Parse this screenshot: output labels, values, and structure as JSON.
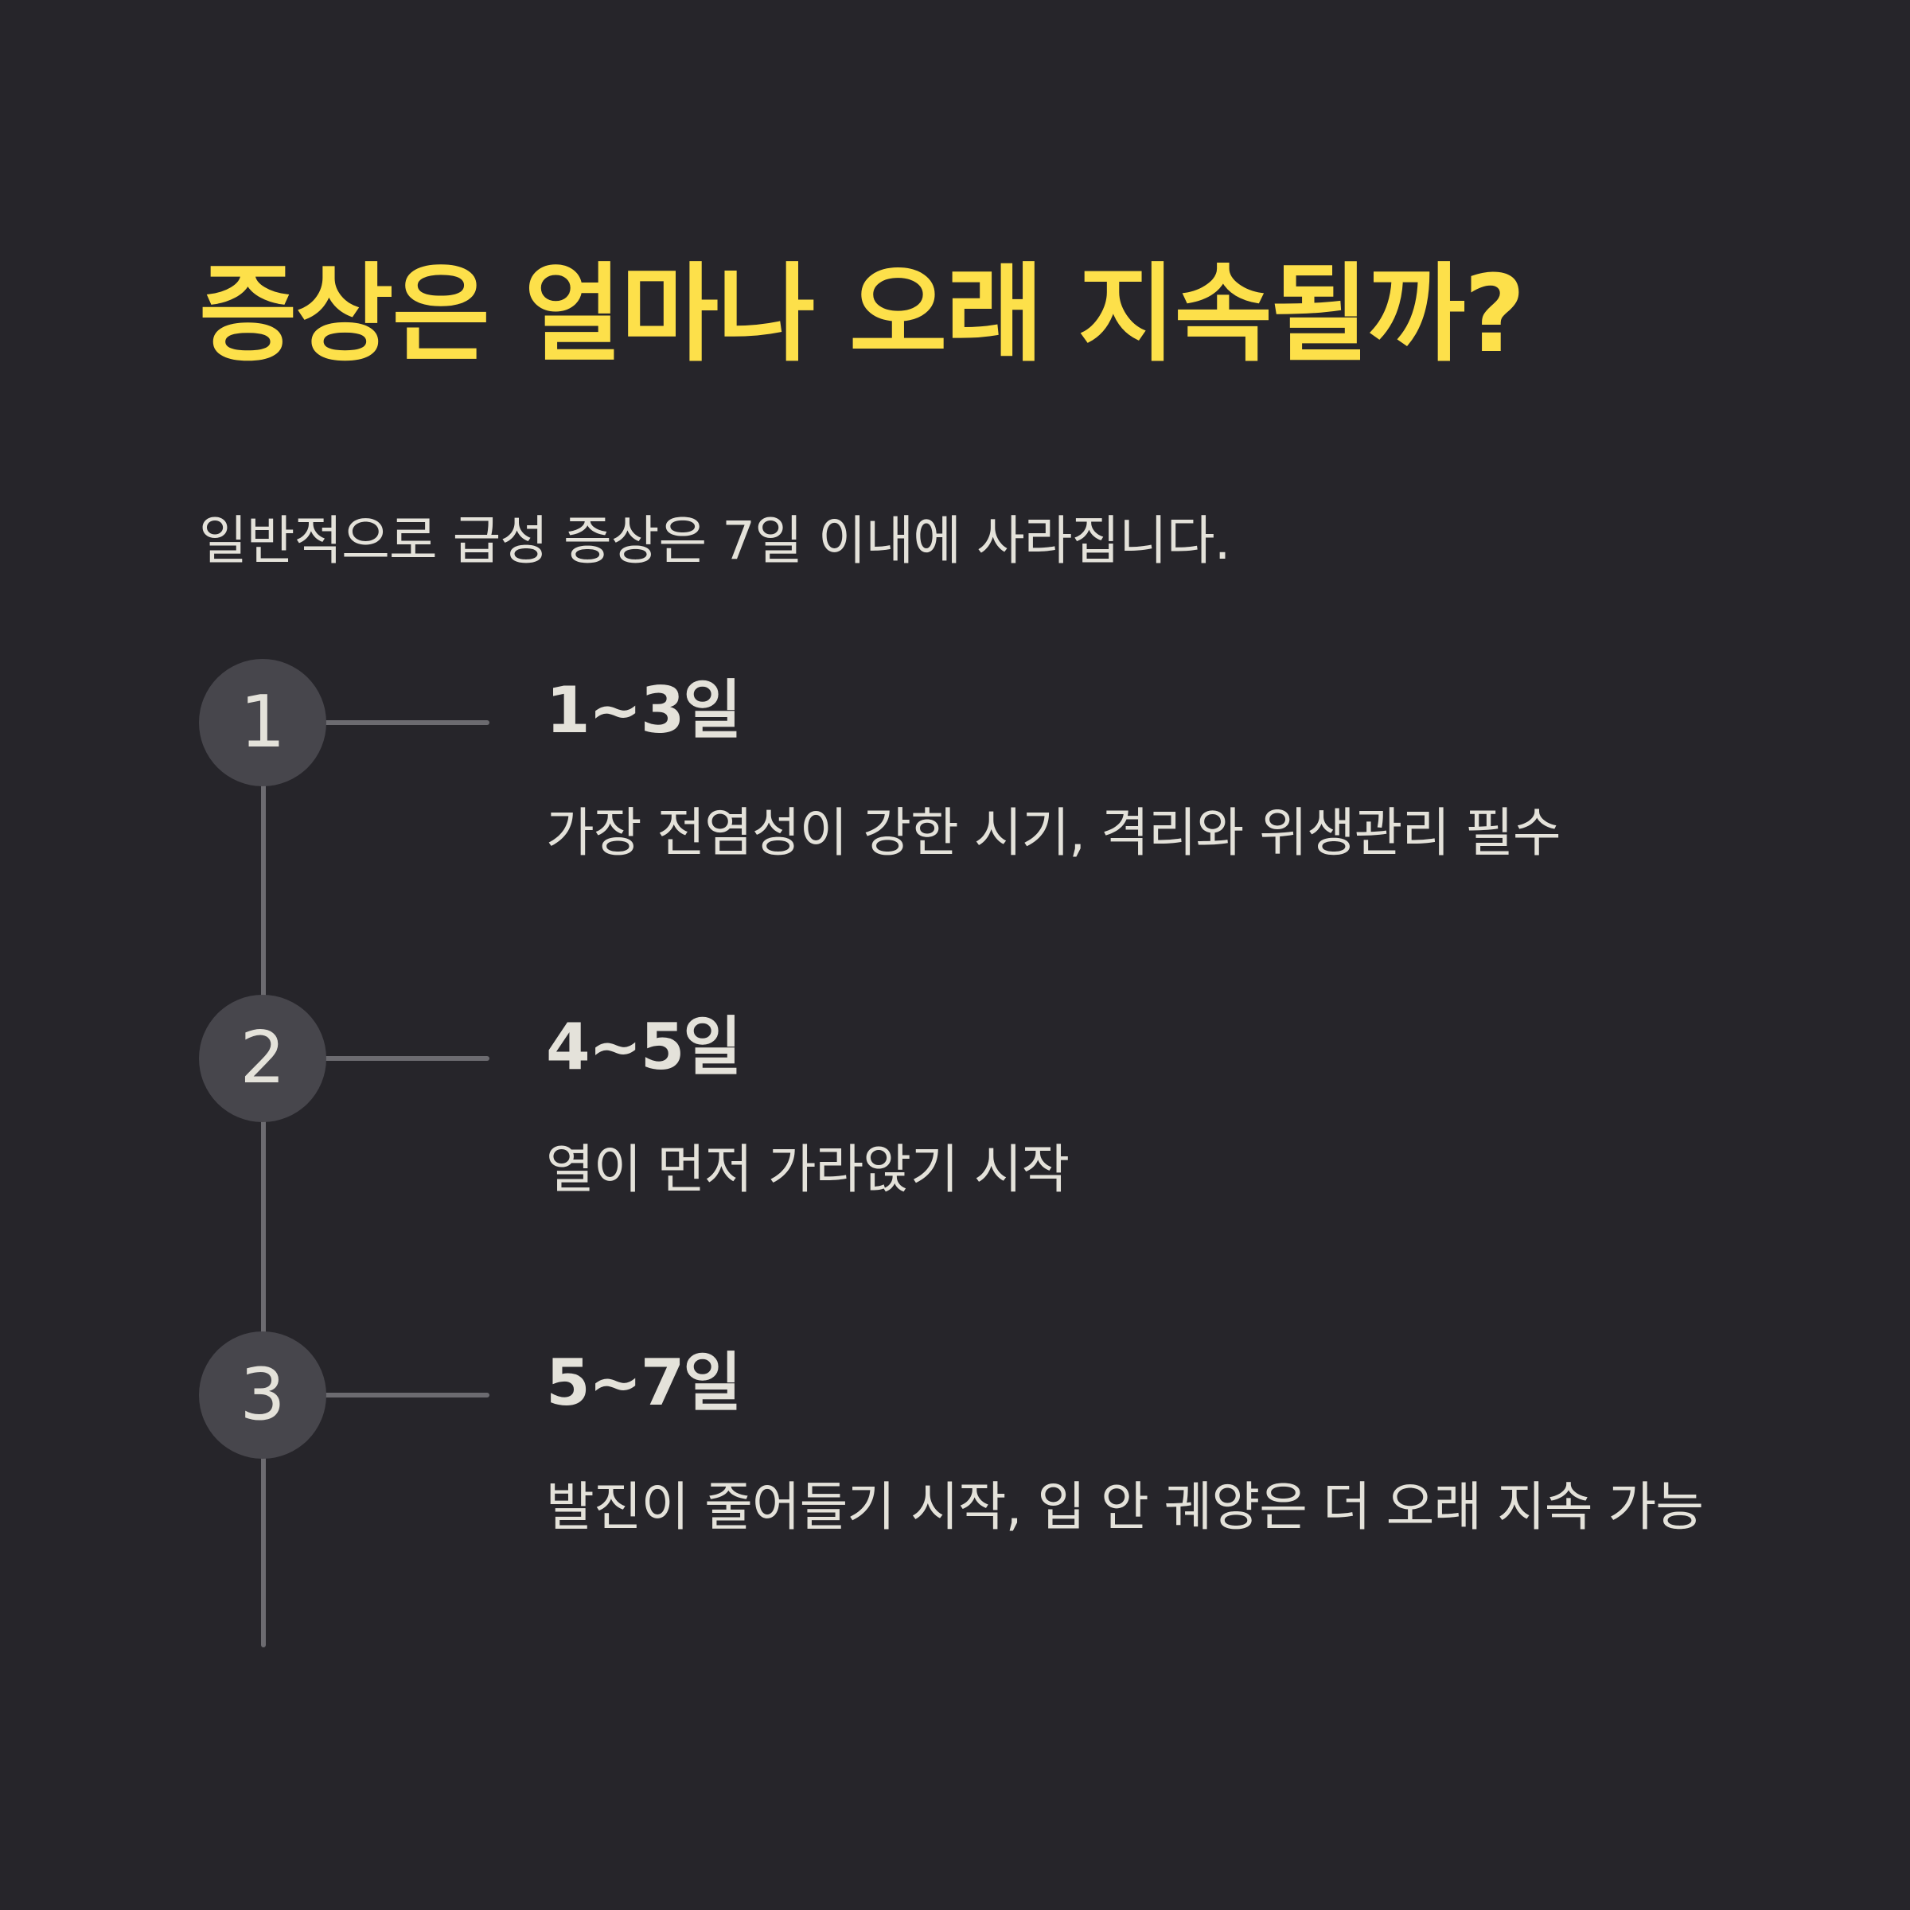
{
  "title": "증상은 얼마나 오래 지속될까?",
  "intro": "일반적으로 급성 증상은 7일 이내에 사라집니다.",
  "steps": [
    {
      "number": "1",
      "title": "1~3일",
      "description": "가장 전염성이 강한 시기, 격리와 위생관리 필수"
    },
    {
      "number": "2",
      "title": "4~5일",
      "description": "열이 먼저 가라앉기 시작"
    },
    {
      "number": "3",
      "title": "5~7일",
      "description": "발진이 줄어들기 시작, 입 안 궤양은 더 오래 지속 가능"
    }
  ],
  "colors": {
    "background": "#26252a",
    "title": "#fde04a",
    "text": "#e4e2da",
    "circle": "#47464c",
    "line": "#6c6b70"
  }
}
